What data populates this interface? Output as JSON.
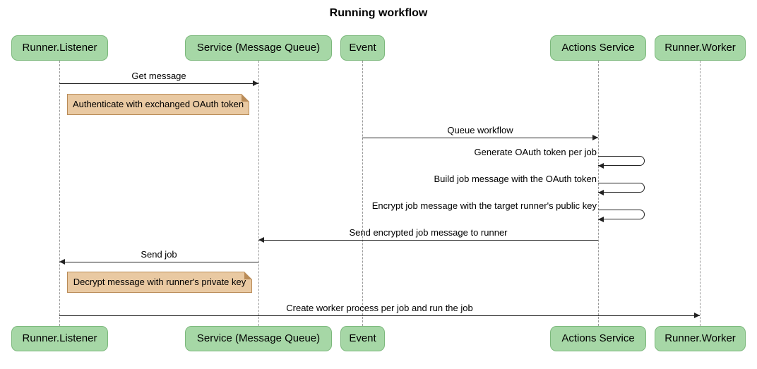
{
  "title": "Running workflow",
  "participants": [
    {
      "label": "Runner.Listener"
    },
    {
      "label": "Service (Message Queue)"
    },
    {
      "label": "Event"
    },
    {
      "label": "Actions Service"
    },
    {
      "label": "Runner.Worker"
    }
  ],
  "messages": [
    {
      "label": "Get message",
      "from": "Runner.Listener",
      "to": "Service (Message Queue)",
      "type": "solid_arrow"
    },
    {
      "label": "Queue workflow",
      "from": "Event",
      "to": "Actions Service",
      "type": "solid_arrow"
    },
    {
      "label": "Generate OAuth token per job",
      "from": "Actions Service",
      "to": "Actions Service",
      "type": "self"
    },
    {
      "label": "Build job message with the OAuth token",
      "from": "Actions Service",
      "to": "Actions Service",
      "type": "self"
    },
    {
      "label": "Encrypt job message with the target runner's public key",
      "from": "Actions Service",
      "to": "Actions Service",
      "type": "self"
    },
    {
      "label": "Send encrypted job message to runner",
      "from": "Actions Service",
      "to": "Service (Message Queue)",
      "type": "solid_arrow"
    },
    {
      "label": "Send job",
      "from": "Service (Message Queue)",
      "to": "Runner.Listener",
      "type": "solid_arrow"
    },
    {
      "label": "Create worker process per job and run the job",
      "from": "Runner.Listener",
      "to": "Runner.Worker",
      "type": "solid_arrow"
    }
  ],
  "notes": [
    {
      "text": "Authenticate with exchanged OAuth token",
      "over": "Runner.Listener"
    },
    {
      "text": "Decrypt message with runner's private key",
      "over": "Runner.Listener"
    }
  ],
  "colors": {
    "background": "#ffffff",
    "participant_fill": "#a6d7a6",
    "participant_border": "#7cb87c",
    "note_fill": "#e9c9a2",
    "note_border": "#b98b57",
    "line": "#222222",
    "lifeline": "#999999",
    "text": "#000000"
  }
}
